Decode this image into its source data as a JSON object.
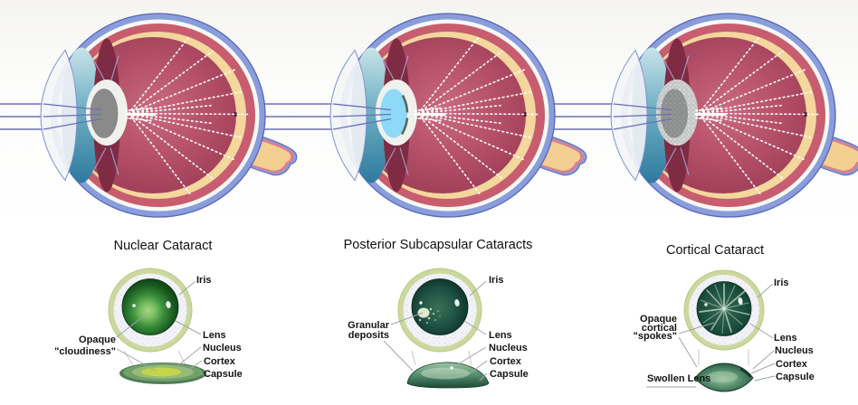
{
  "panels": [
    {
      "title": "Nuclear Cataract",
      "annotation_lines": [
        "Opaque",
        "\"cloudiness\""
      ],
      "labels": {
        "iris": "Iris",
        "lens": "Lens",
        "nucleus": "Nucleus",
        "cortex": "Cortex",
        "capsule": "Capsule"
      }
    },
    {
      "title": "Posterior Subcapsular Cataracts",
      "annotation_lines": [
        "Granular",
        "deposits"
      ],
      "labels": {
        "iris": "Iris",
        "lens": "Lens",
        "nucleus": "Nucleus",
        "cortex": "Cortex",
        "capsule": "Capsule"
      }
    },
    {
      "title": "Cortical Cataract",
      "annotation_lines": [
        "Opaque",
        "cortical",
        "\"spokes\""
      ],
      "swollen_label": "Swollen Lens",
      "labels": {
        "iris": "Iris",
        "lens": "Lens",
        "nucleus": "Nucleus",
        "cortex": "Cortex",
        "capsule": "Capsule"
      }
    }
  ],
  "eyes": [
    {
      "type": "nuclear-cataract-eye",
      "opacity_color": "#8a8a8a"
    },
    {
      "type": "posterior-subcapsular-eye",
      "opacity_color": "#8ed9f8"
    },
    {
      "type": "cortical-cataract-eye",
      "opacity_color": "#c6c8c8"
    }
  ],
  "palette": {
    "sclera_blue": "#8a9ddb",
    "vitreous_red": "#a84058",
    "choroid_red": "#c75d6e",
    "retina_tan": "#f3d79d",
    "light_ray": "#6a6fb5",
    "capsule_ring_green": "#ccd89e",
    "lens_dark_green": "#0d3a12"
  }
}
